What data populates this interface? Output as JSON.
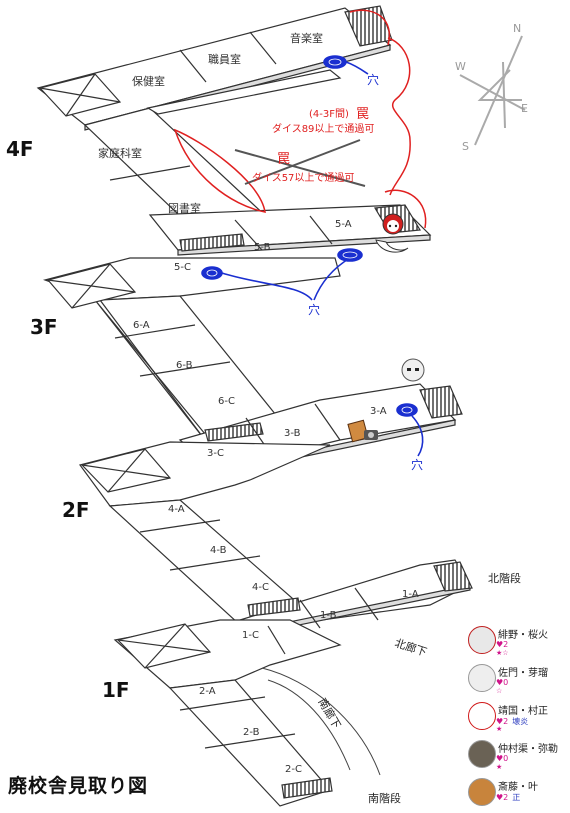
{
  "title": "廃校舎見取り図",
  "floors": {
    "f4": {
      "label": "4F",
      "rooms": {
        "music": "音楽室",
        "staff": "職員室",
        "nurse": "保健室",
        "home_ec": "家庭科室",
        "library": "図書室",
        "r5a": "5-A",
        "r5b": "5-B",
        "r5c": "5-C"
      },
      "trap_active_prefix": "(4-3F間)",
      "trap_active_char": "罠",
      "trap_active_condition": "ダイス89以上で通過可",
      "trap_crossed_char": "罠",
      "trap_crossed_condition": "ダイス57以上で通過可"
    },
    "f3": {
      "label": "3F",
      "rooms": {
        "r6a": "6-A",
        "r6b": "6-B",
        "r6c": "6-C",
        "r3a": "3-A",
        "r3b": "3-B",
        "r3c": "3-C"
      }
    },
    "f2": {
      "label": "2F",
      "rooms": {
        "r4a": "4-A",
        "r4b": "4-B",
        "r4c": "4-C",
        "r1a": "1-A",
        "r1b": "1-B",
        "r1c": "1-C"
      }
    },
    "f1": {
      "label": "1F",
      "rooms": {
        "r2a": "2-A",
        "r2b": "2-B",
        "r2c": "2-C"
      }
    }
  },
  "holes": {
    "label": "穴"
  },
  "corridors": {
    "north_stairs": "北階段",
    "north_corridor": "北廊下",
    "south_corridor": "南廊下",
    "south_stairs": "南階段"
  },
  "compass": {
    "n": "N",
    "e": "E",
    "s": "S",
    "w": "W"
  },
  "legend": [
    {
      "name": "緋野・桜火",
      "hearts": "♥2",
      "extra": "",
      "stars": "★☆",
      "avatar_color": "#e8e8e8",
      "accent": "#c02020"
    },
    {
      "name": "佐門・芽瑠",
      "hearts": "♥0",
      "extra": "",
      "stars": "☆",
      "avatar_color": "#eeeeee",
      "accent": "#888888"
    },
    {
      "name": "靖国・村正",
      "hearts": "♥2",
      "extra": "壊炎",
      "stars": "★",
      "avatar_color": "#ffffff",
      "accent": "#d01818"
    },
    {
      "name": "仲村渠・弥勒",
      "hearts": "♥0",
      "extra": "",
      "stars": "★",
      "avatar_color": "#6a6255",
      "accent": "#333333"
    },
    {
      "name": "斎藤・叶",
      "hearts": "♥2",
      "extra": "正",
      "stars": "",
      "avatar_color": "#c8843c",
      "accent": "#6a3a14"
    }
  ]
}
